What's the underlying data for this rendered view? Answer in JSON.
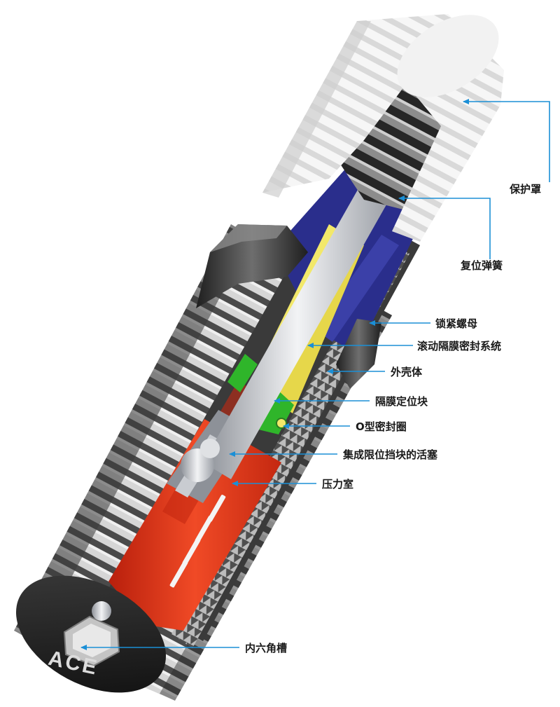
{
  "diagram": {
    "brand": "ACE",
    "labels": {
      "protective_cap": "保护罩",
      "return_spring": "复位弹簧",
      "lock_nut": "锁紧螺母",
      "rolling_diaphragm_seal": "滚动隔膜密封系统",
      "outer_body": "外壳体",
      "diaphragm_positioner": "隔膜定位块",
      "o_ring": "O型密封圈",
      "piston_with_stop": "集成限位挡块的活塞",
      "pressure_chamber": "压力室",
      "hex_socket": "内六角槽"
    },
    "colors": {
      "callout_line": "#1b8fd6",
      "pressure_chamber": "#e8341c",
      "diaphragm": "#f2e86a",
      "seal_system": "#2a2e8c",
      "o_ring": "#2fb52a",
      "body": "#5a5a5a",
      "cap": "#ededed",
      "rod": "#c9ccd1"
    }
  }
}
